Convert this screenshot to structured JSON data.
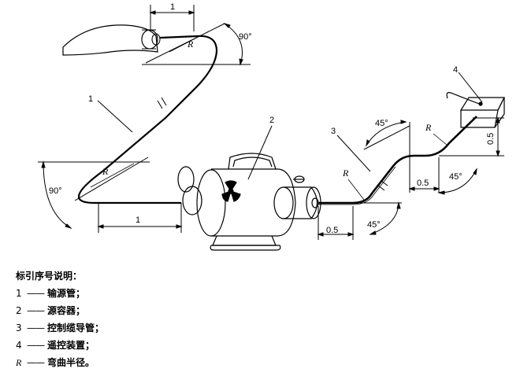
{
  "diagram": {
    "dimension_1": "1",
    "dimension_0_5": "0.5",
    "angle_90": "90°",
    "angle_45": "45°",
    "radius_symbol": "R",
    "callouts": {
      "c1": "1",
      "c2": "2",
      "c3": "3",
      "c4": "4"
    }
  },
  "legend": {
    "title": "标引序号说明：",
    "dash": "——",
    "items": [
      {
        "symbol": "1",
        "text": "输源管；"
      },
      {
        "symbol": "2",
        "text": "源容器；"
      },
      {
        "symbol": "3",
        "text": "控制缆导管；"
      },
      {
        "symbol": "4",
        "text": "遥控装置；"
      },
      {
        "symbol": "R",
        "text": "弯曲半径。"
      }
    ]
  }
}
